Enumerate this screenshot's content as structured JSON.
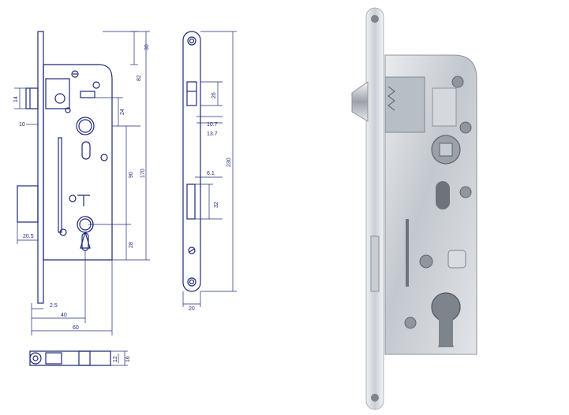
{
  "drawing": {
    "front_view": {
      "dim_30": "30",
      "dim_82": "82",
      "dim_170": "170",
      "dim_24": "24",
      "dim_90": "90",
      "dim_28": "28",
      "dim_14": "14",
      "dim_10": "10",
      "dim_20_5": "20.5",
      "dim_2_5": "2.5",
      "dim_40": "40",
      "dim_60": "60"
    },
    "side_view": {
      "dim_26": "26",
      "dim_10_7": "10.7",
      "dim_13_7": "13.7",
      "dim_6_1": "6.1",
      "dim_32": "32",
      "dim_230": "230",
      "dim_20": "20"
    },
    "top_view": {
      "dim_12": "12",
      "dim_16": "16"
    }
  },
  "colors": {
    "line": "#1f2b7a",
    "plate": "#d9dde2",
    "steel": "#aeb4bb"
  }
}
